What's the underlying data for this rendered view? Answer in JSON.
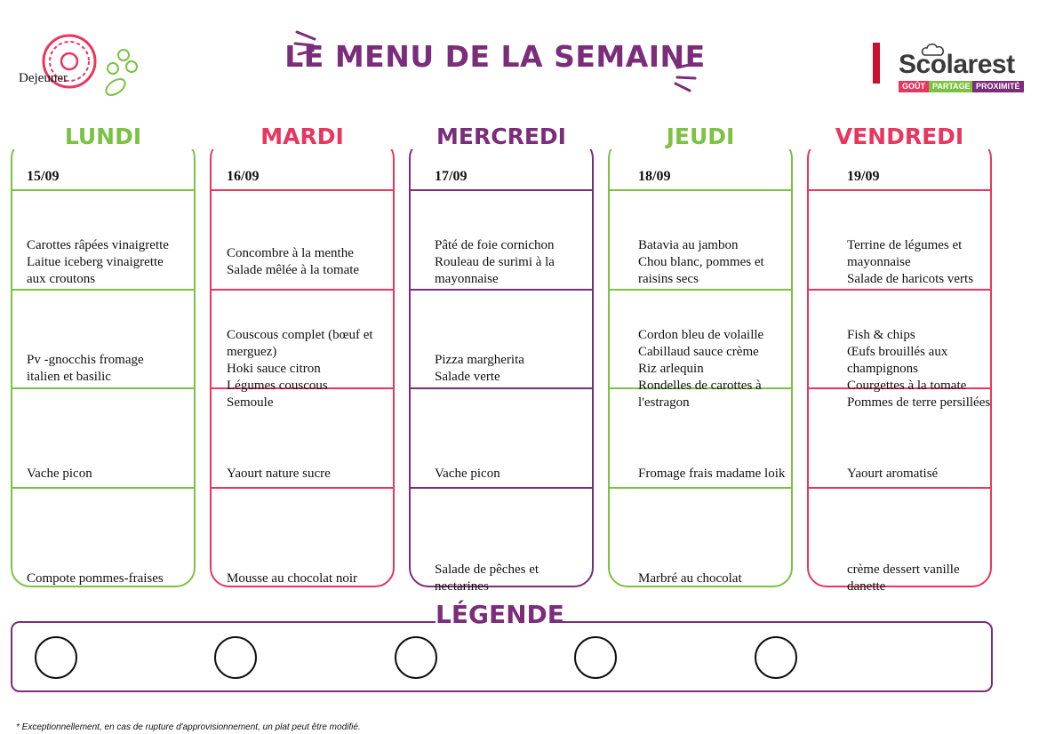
{
  "header": {
    "title": "LE MENU DE LA SEMAINE",
    "repas": "Dejeuner"
  },
  "brand": {
    "name": "Scolarest",
    "tags": [
      "GOÛT",
      "PARTAGE",
      "PROXIMITÉ"
    ]
  },
  "colors": {
    "green": "#7cc242",
    "red": "#e8365e",
    "purple": "#7b2c7a"
  },
  "days": [
    {
      "name": "LUNDI",
      "date": "15/09",
      "entree": [
        "Carottes râpées vinaigrette",
        "Laitue iceberg vinaigrette",
        "aux croutons"
      ],
      "plat": [
        "Pv -gnocchis fromage",
        "italien et basilic"
      ],
      "laitage": [
        "Vache picon"
      ],
      "dessert": [
        "Compote pommes-fraises"
      ]
    },
    {
      "name": "MARDI",
      "date": "16/09",
      "entree": [
        "Concombre à la menthe",
        "Salade mêlée à la tomate"
      ],
      "plat": [
        "Couscous complet (bœuf et",
        "merguez)",
        "Hoki sauce citron",
        "Légumes couscous",
        "Semoule"
      ],
      "laitage": [
        "Yaourt nature sucre"
      ],
      "dessert": [
        "Mousse au chocolat noir"
      ]
    },
    {
      "name": "MERCREDI",
      "date": "17/09",
      "entree": [
        "Pâté de foie cornichon",
        "Rouleau de surimi à la",
        "mayonnaise"
      ],
      "plat": [
        "Pizza margherita",
        "Salade verte"
      ],
      "laitage": [
        "Vache picon"
      ],
      "dessert": [
        "Salade de pêches et",
        "nectarines"
      ]
    },
    {
      "name": "JEUDI",
      "date": "18/09",
      "entree": [
        "Batavia au jambon",
        "Chou blanc, pommes et",
        "raisins secs"
      ],
      "plat": [
        "Cordon bleu de volaille",
        "Cabillaud sauce crème",
        "Riz arlequin",
        "Rondelles de carottes à",
        "l'estragon"
      ],
      "laitage": [
        "Fromage frais madame loik"
      ],
      "dessert": [
        "Marbré au chocolat"
      ]
    },
    {
      "name": "VENDREDI",
      "date": "19/09",
      "entree": [
        "Terrine de légumes et",
        "mayonnaise",
        "Salade de haricots verts"
      ],
      "plat": [
        "Fish & chips",
        "Œufs brouillés aux",
        "champignons",
        "Courgettes à la tomate",
        "Pommes de terre persillées"
      ],
      "laitage": [
        "Yaourt aromatisé"
      ],
      "dessert": [
        "crème dessert vanille",
        "danette"
      ]
    }
  ],
  "legend": {
    "title": "LÉGENDE"
  },
  "footnote": "* Exceptionnellement, en cas de rupture d'approvisionnement, un plat peut être modifié."
}
